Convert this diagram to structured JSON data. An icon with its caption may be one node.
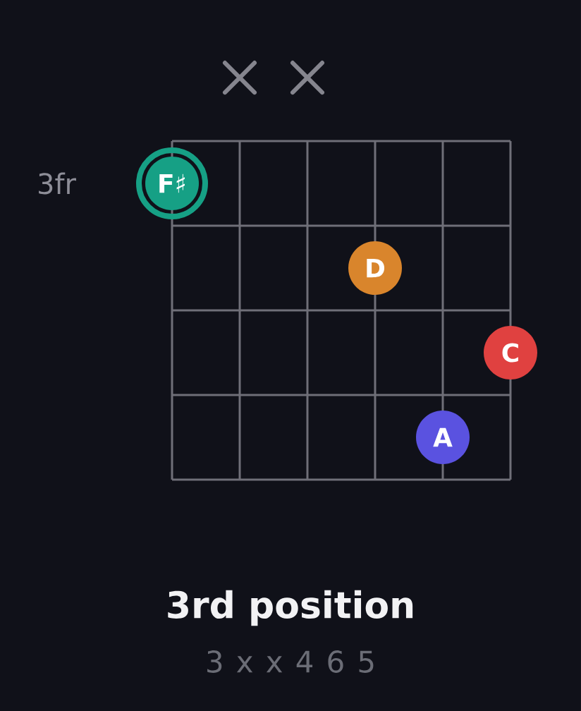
{
  "diagram": {
    "title": "3rd position",
    "nodes": [
      {
        "text": [
          "F♯"
        ]
      },
      {
        "text": [
          "D"
        ]
      },
      {
        "text": [
          "C"
        ]
      },
      {
        "text": [
          "A"
        ]
      }
    ],
    "labels": [
      "3fr",
      "3 x x 4 6 5"
    ]
  }
}
